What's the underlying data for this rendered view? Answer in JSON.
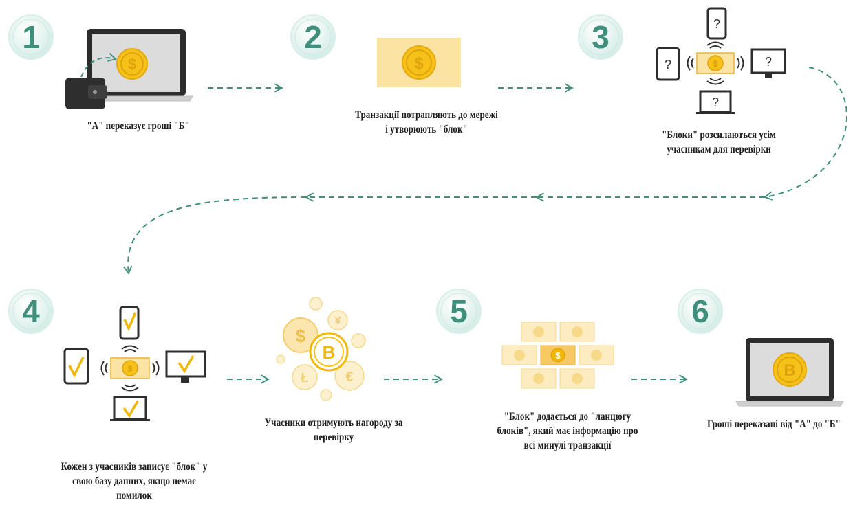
{
  "steps": [
    {
      "number": "1",
      "caption": [
        "\"А\" переказує гроші \"Б\""
      ]
    },
    {
      "number": "2",
      "caption": [
        "Транзакції потрапляють до мережі",
        "і утворюють \"блок\""
      ]
    },
    {
      "number": "3",
      "caption": [
        "\"Блоки\" розсилаються усім",
        "учасникам для перевірки"
      ]
    },
    {
      "number": "4",
      "caption": [
        "Кожен з учасників записує \"блок\" у",
        "свою базу данних, якщо немає",
        "помилок"
      ]
    },
    {
      "number": "",
      "caption": [
        "Учасники отримують нагороду за",
        "перевірку"
      ]
    },
    {
      "number": "5",
      "caption": [
        "\"Блок\" додається до \"ланцюгу",
        "блоків\", який має інформацію про",
        "всі минулі транзакції"
      ]
    },
    {
      "number": "6",
      "caption": [
        "Гроші переказані від \"А\" до \"Б\""
      ]
    }
  ],
  "symbols": {
    "dollar": "$",
    "bitcoin": "B",
    "question": "?",
    "yen": "¥",
    "euro": "€",
    "litecoin": "Ł"
  },
  "colors": {
    "teal": "#3f8f7c",
    "teal_light": "#d8efe9",
    "gold": "#f6c21a",
    "gold_dark": "#d99e0c",
    "gold_pale": "#fbe3a3",
    "device": "#3a3a3a"
  },
  "icons": [
    "laptop-icon",
    "wallet-icon",
    "banknote-icon",
    "phone-icon",
    "tablet-icon",
    "monitor-icon",
    "wifi-signal-icon",
    "checkmark-icon",
    "coin-cluster-icon",
    "block-chain-icon"
  ]
}
